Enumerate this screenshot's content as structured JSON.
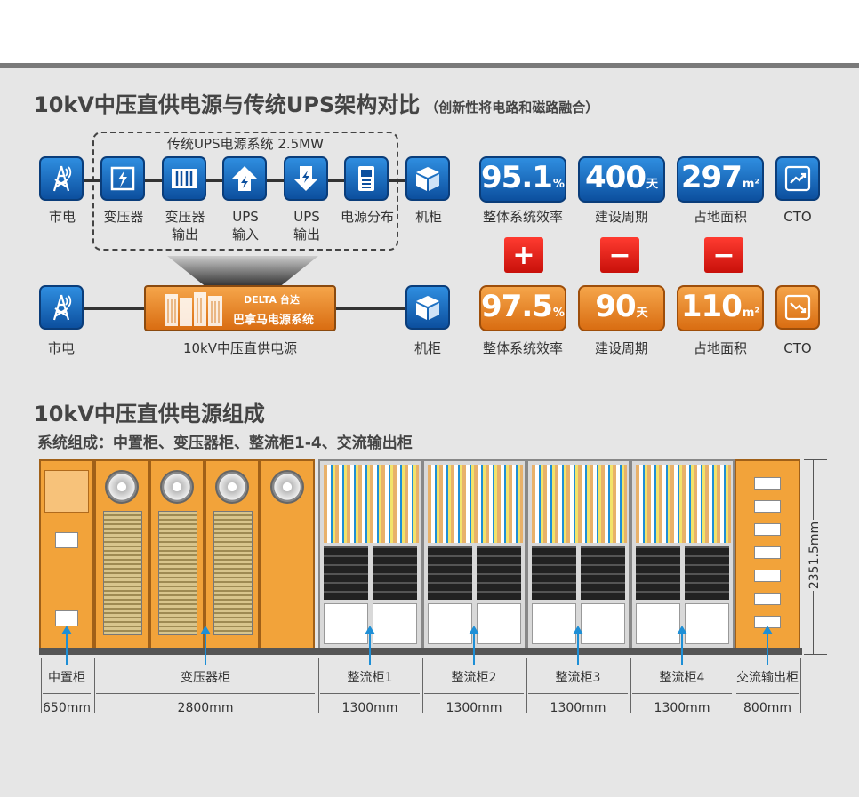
{
  "title": "10kV中压直供电源与传统UPS架构对比",
  "subtitle": "（创新性将电路和磁路融合）",
  "traditional_group_label": "传统UPS电源系统  2.5MW",
  "traditional_chain": [
    {
      "label": "市电",
      "icon": "power-tower-icon"
    },
    {
      "label": "变压器",
      "icon": "transformer-icon"
    },
    {
      "label": "变压器\n输出",
      "icon": "breaker-panel-icon"
    },
    {
      "label": "UPS\n输入",
      "icon": "ups-input-icon"
    },
    {
      "label": "UPS\n输出",
      "icon": "ups-output-icon"
    },
    {
      "label": "电源分布",
      "icon": "power-distribution-icon"
    },
    {
      "label": "机柜",
      "icon": "cabinet-box-icon"
    }
  ],
  "new_chain": {
    "source": "市电",
    "brand": "DELTA 台达",
    "product": "巴拿马电源系统",
    "product_caption": "10kV中压直供电源",
    "target": "机柜"
  },
  "traditional_stats": [
    {
      "value": "95.1",
      "unit": "%",
      "label": "整体系统效率"
    },
    {
      "value": "400",
      "unit": "天",
      "label": "建设周期"
    },
    {
      "value": "297",
      "unit": "m²",
      "label": "占地面积"
    },
    {
      "value": "",
      "unit": "",
      "label": "CTO"
    }
  ],
  "signs": [
    "+",
    "−",
    "−"
  ],
  "new_stats": [
    {
      "value": "97.5",
      "unit": "%",
      "label": "整体系统效率"
    },
    {
      "value": "90",
      "unit": "天",
      "label": "建设周期"
    },
    {
      "value": "110",
      "unit": "m²",
      "label": "占地面积"
    },
    {
      "value": "",
      "unit": "",
      "label": "CTO"
    }
  ],
  "composition_title": "10kV中压直供电源组成",
  "composition_subtitle": "系统组成：中置柜、变压器柜、整流柜1-4、交流输出柜",
  "height_label": "2351.5mm",
  "cabinets": [
    {
      "name": "中置柜",
      "size": "650mm"
    },
    {
      "name": "变压器柜",
      "size": "2800mm"
    },
    {
      "name": "整流柜1",
      "size": "1300mm"
    },
    {
      "name": "整流柜2",
      "size": "1300mm"
    },
    {
      "name": "整流柜3",
      "size": "1300mm"
    },
    {
      "name": "整流柜4",
      "size": "1300mm"
    },
    {
      "name": "交流输出柜",
      "size": "800mm"
    }
  ],
  "colors": {
    "blue": "#1565c0",
    "orange": "#e8891f",
    "red": "#e8150f",
    "panel": "#e6e6e6"
  }
}
